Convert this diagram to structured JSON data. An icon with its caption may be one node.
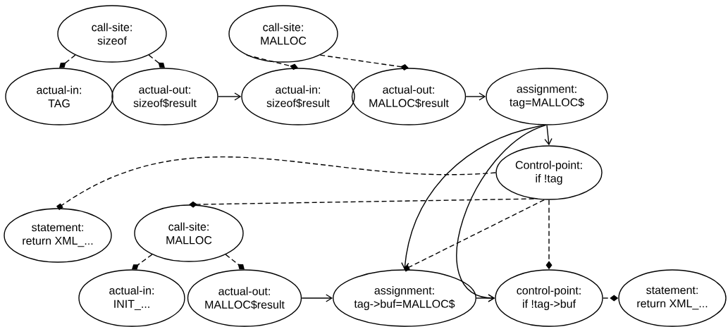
{
  "diagram": {
    "nodes": [
      {
        "text": [
          "call-site:",
          "sizeof"
        ]
      },
      {
        "text": [
          "actual-in:",
          "TAG"
        ]
      },
      {
        "text": [
          "actual-out:",
          "sizeof$result"
        ]
      },
      {
        "text": [
          "call-site:",
          "MALLOC"
        ]
      },
      {
        "text": [
          "actual-in:",
          "sizeof$result"
        ]
      },
      {
        "text": [
          "actual-out:",
          "MALLOC$result"
        ]
      },
      {
        "text": [
          "assignment:",
          "tag=MALLOC$"
        ]
      },
      {
        "text": [
          "Control-point:",
          "if !tag"
        ]
      },
      {
        "text": [
          "statement:",
          "return XML_..."
        ]
      },
      {
        "text": [
          "call-site:",
          "MALLOC"
        ]
      },
      {
        "text": [
          "actual-in:",
          "INIT_..."
        ]
      },
      {
        "text": [
          "actual-out:",
          "MALLOC$result"
        ]
      },
      {
        "text": [
          "assignment:",
          "tag->buf=MALLOC$"
        ]
      },
      {
        "text": [
          "control-point:",
          "if !tag->buf"
        ]
      },
      {
        "text": [
          "statement:",
          "return XML_..."
        ]
      }
    ],
    "edges": [
      {
        "from": 0,
        "to": 1,
        "arrow": "other",
        "style": "dashed"
      },
      {
        "from": 0,
        "to": 2,
        "arrow": "other",
        "style": "dashed"
      },
      {
        "from": 2,
        "to": 4,
        "arrow": "to"
      },
      {
        "from": 3,
        "to": 4,
        "arrow": "other",
        "style": "dashed"
      },
      {
        "from": 3,
        "to": 5,
        "arrow": "other",
        "style": "dashed"
      },
      {
        "from": 5,
        "to": 6,
        "arrow": "to"
      },
      {
        "from": 6,
        "to": 7,
        "arrow": "to"
      },
      {
        "from": 6,
        "to": 12,
        "arrow": "to"
      },
      {
        "from": 6,
        "to": 13,
        "arrow": "to"
      },
      {
        "from": 7,
        "to": 8,
        "arrow": "other",
        "style": "dashed"
      },
      {
        "from": 7,
        "to": 9,
        "arrow": "other",
        "style": "dashed"
      },
      {
        "from": 7,
        "to": 12,
        "arrow": "other",
        "style": "dashed"
      },
      {
        "from": 7,
        "to": 13,
        "arrow": "other",
        "style": "dashed"
      },
      {
        "from": 9,
        "to": 10,
        "arrow": "other",
        "style": "dashed"
      },
      {
        "from": 9,
        "to": 11,
        "arrow": "other",
        "style": "dashed"
      },
      {
        "from": 11,
        "to": 12,
        "arrow": "to"
      },
      {
        "from": 12,
        "to": 13,
        "arrow": "to"
      },
      {
        "from": 13,
        "to": 14,
        "arrow": "other",
        "style": "dashed"
      }
    ]
  }
}
